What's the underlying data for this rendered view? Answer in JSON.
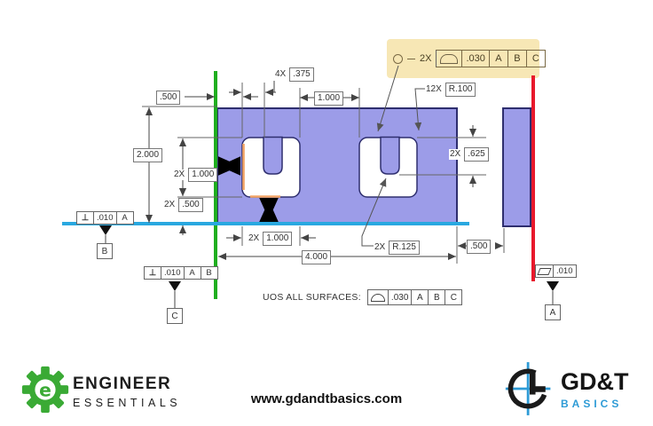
{
  "drawing": {
    "dims": {
      "offset_top": ".500",
      "height": "2.000",
      "slot_height_qty": "2X",
      "slot_height": "1.000",
      "bottom_offset_qty": "2X",
      "bottom_offset": ".500",
      "leg_width_qty": "4X",
      "leg_width": ".375",
      "spacing": "1.000",
      "inner_radius_qty": "12X",
      "inner_radius": "R.100",
      "tongue_depth_qty": "2X",
      "tongue_depth": ".625",
      "slot_width_qty": "2X",
      "slot_width": "1.000",
      "overall_width": "4.000",
      "outer_radius_qty": "2X",
      "outer_radius": "R.125",
      "thickness": ".500"
    },
    "callout": {
      "qty": "2X",
      "tolerance": ".030",
      "datum1": "A",
      "datum2": "B",
      "datum3": "C"
    },
    "uos_note": {
      "label": "UOS ALL SURFACES:",
      "tolerance": ".030",
      "datum1": "A",
      "datum2": "B",
      "datum3": "C"
    },
    "fcf_b": {
      "symbol": "⊥",
      "tolerance": ".010",
      "datum1": "A",
      "datum_label": "B"
    },
    "fcf_c": {
      "symbol": "⊥",
      "tolerance": ".010",
      "datum1": "A",
      "datum2": "B",
      "datum_label": "C"
    },
    "fcf_a": {
      "tolerance": ".010",
      "datum_label": "A"
    },
    "colors": {
      "part_fill": "#9c9ce8",
      "part_outline": "#2e2e6e",
      "datum_c_green": "#1fae1f",
      "datum_a_red": "#e8192c",
      "datum_b_cyan": "#29a8e0",
      "highlight_orange": "#f2a465",
      "callout_bg": "#f7e7b5"
    }
  },
  "footer": {
    "website": "www.gdandtbasics.com",
    "engineer_essentials": {
      "line1": "ENGINEER",
      "line2": "ESSENTIALS"
    },
    "gdt_basics": {
      "line1": "GD&T",
      "line2": "BASICS"
    },
    "brand_green": "#3aaa35",
    "brand_blue": "#2e9bd6"
  }
}
